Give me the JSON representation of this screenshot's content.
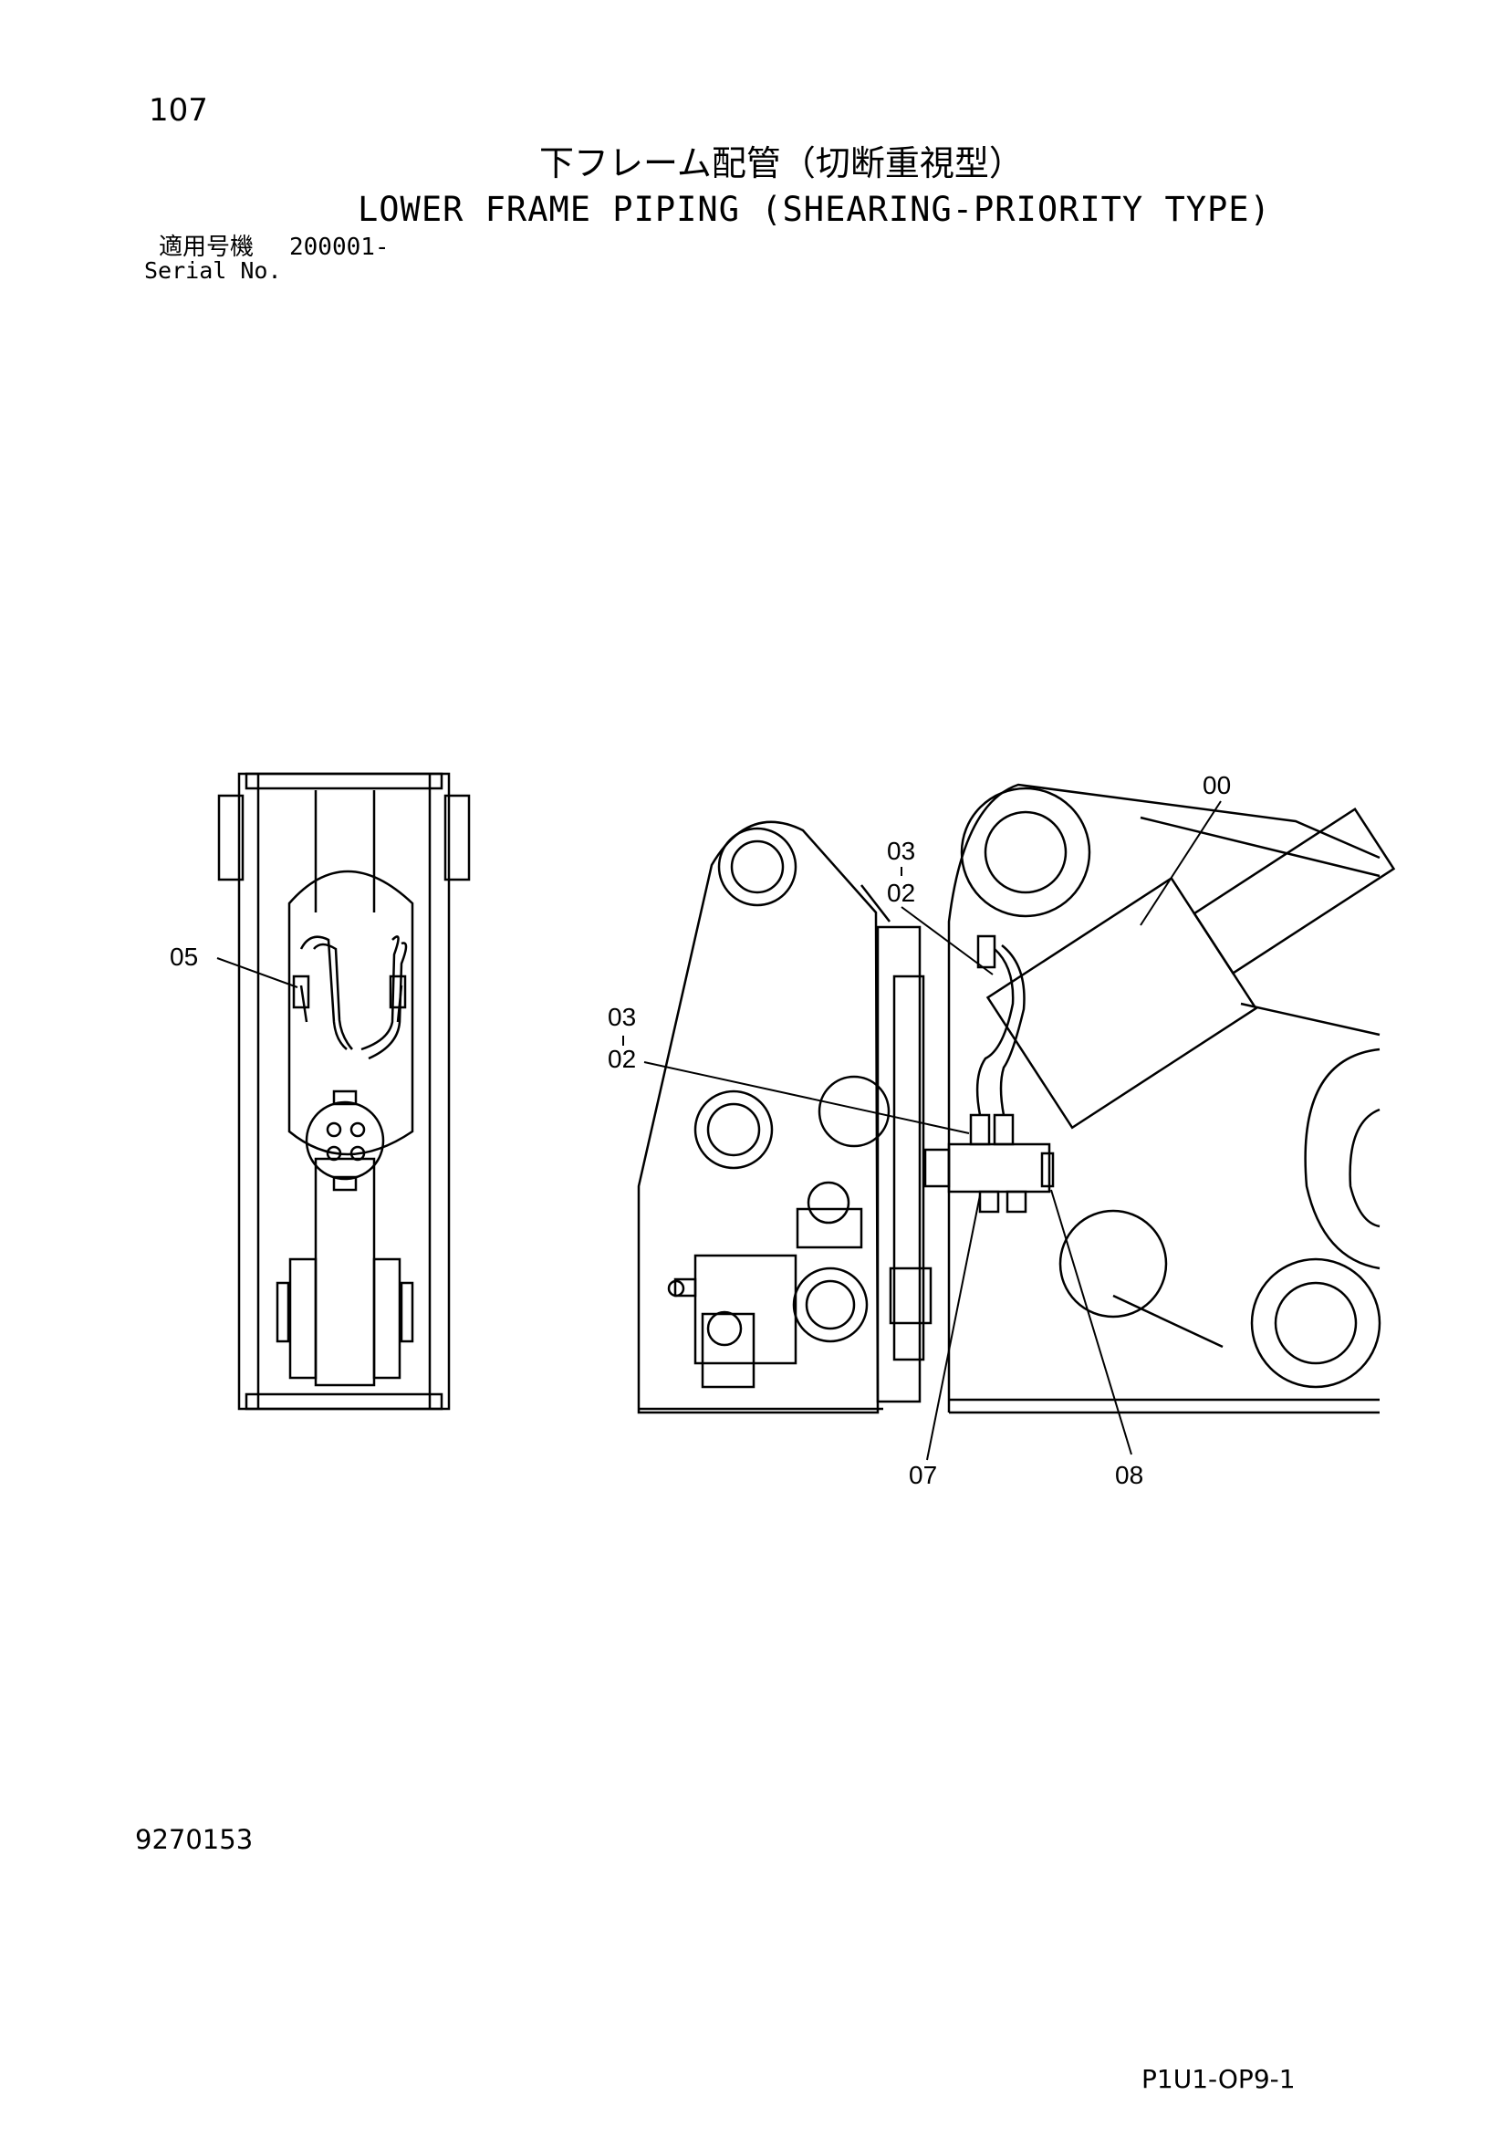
{
  "header": {
    "page_number": "107",
    "title_jp": "下フレーム配管（切断重視型）",
    "title_en": "LOWER FRAME PIPING (SHEARING-PRIORITY TYPE)",
    "serial_label_jp": "適用号機",
    "serial_value": "200001-",
    "serial_label_en": "Serial No."
  },
  "callouts": {
    "c00": "00",
    "c03_top": "03",
    "c02_top": "02",
    "c05": "05",
    "c03_mid": "03",
    "c02_mid": "02",
    "c07": "07",
    "c08": "08"
  },
  "footer": {
    "doc_number": "9270153",
    "page_code": "P1U1-OP9-1"
  }
}
